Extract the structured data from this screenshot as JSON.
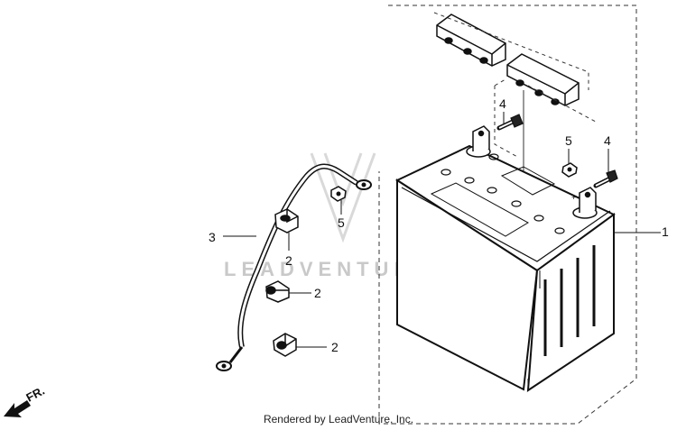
{
  "callouts": {
    "battery": "1",
    "terminal_boot_a": "2",
    "terminal_boot_b": "2",
    "terminal_boot_c": "2",
    "cable": "3",
    "bolt_left": "4",
    "bolt_right": "4",
    "nut_cable": "5",
    "nut_right": "5"
  },
  "direction_label": "FR.",
  "watermark": "LEADVENTURE",
  "footer": "Rendered by LeadVenture, Inc."
}
